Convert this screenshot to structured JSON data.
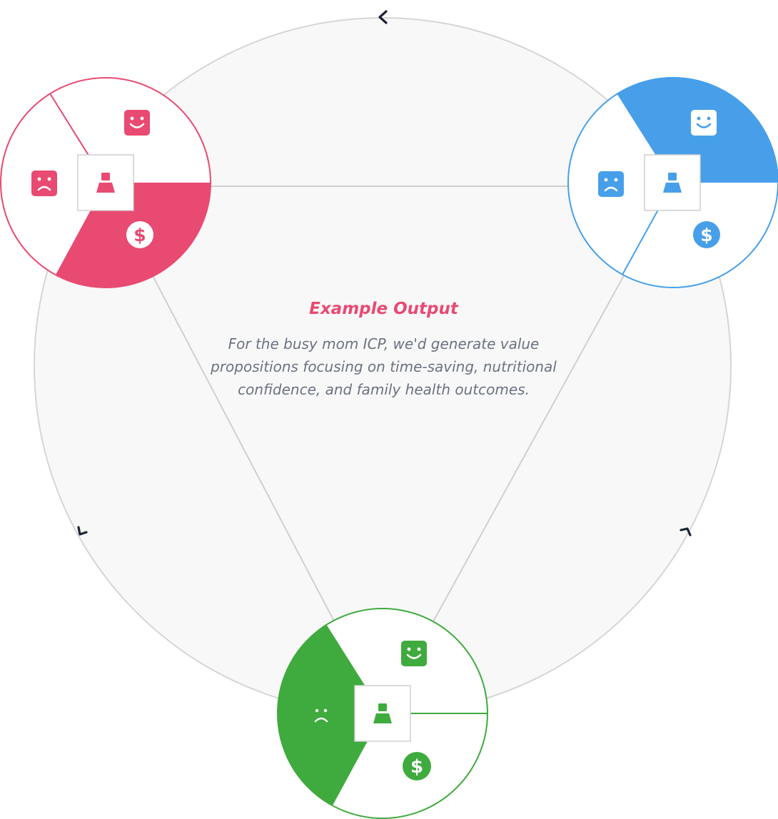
{
  "center": {
    "title": "Example Output",
    "body": "For the busy mom ICP, we'd generate value propositions focusing on time-saving, nutritional confidence, and family health outcomes."
  },
  "colors": {
    "pink": "#e84a72",
    "blue": "#479fea",
    "green": "#3fab3e",
    "ring": "#d6d6d6",
    "ring_fill": "#f8f8f8",
    "arrow": "#1d2433"
  },
  "nodes": [
    {
      "id": "pink",
      "highlighted_segment": "money",
      "icons": [
        "happy-face-icon",
        "sad-face-icon",
        "dollar-icon",
        "person-icon"
      ]
    },
    {
      "id": "blue",
      "highlighted_segment": "happy",
      "icons": [
        "happy-face-icon",
        "sad-face-icon",
        "dollar-icon",
        "person-icon"
      ]
    },
    {
      "id": "green",
      "highlighted_segment": "sad",
      "icons": [
        "happy-face-icon",
        "sad-face-icon",
        "dollar-icon",
        "person-icon"
      ]
    }
  ],
  "arrows": [
    "chevron-left-icon",
    "chevron-down-left-icon",
    "chevron-up-right-icon"
  ]
}
